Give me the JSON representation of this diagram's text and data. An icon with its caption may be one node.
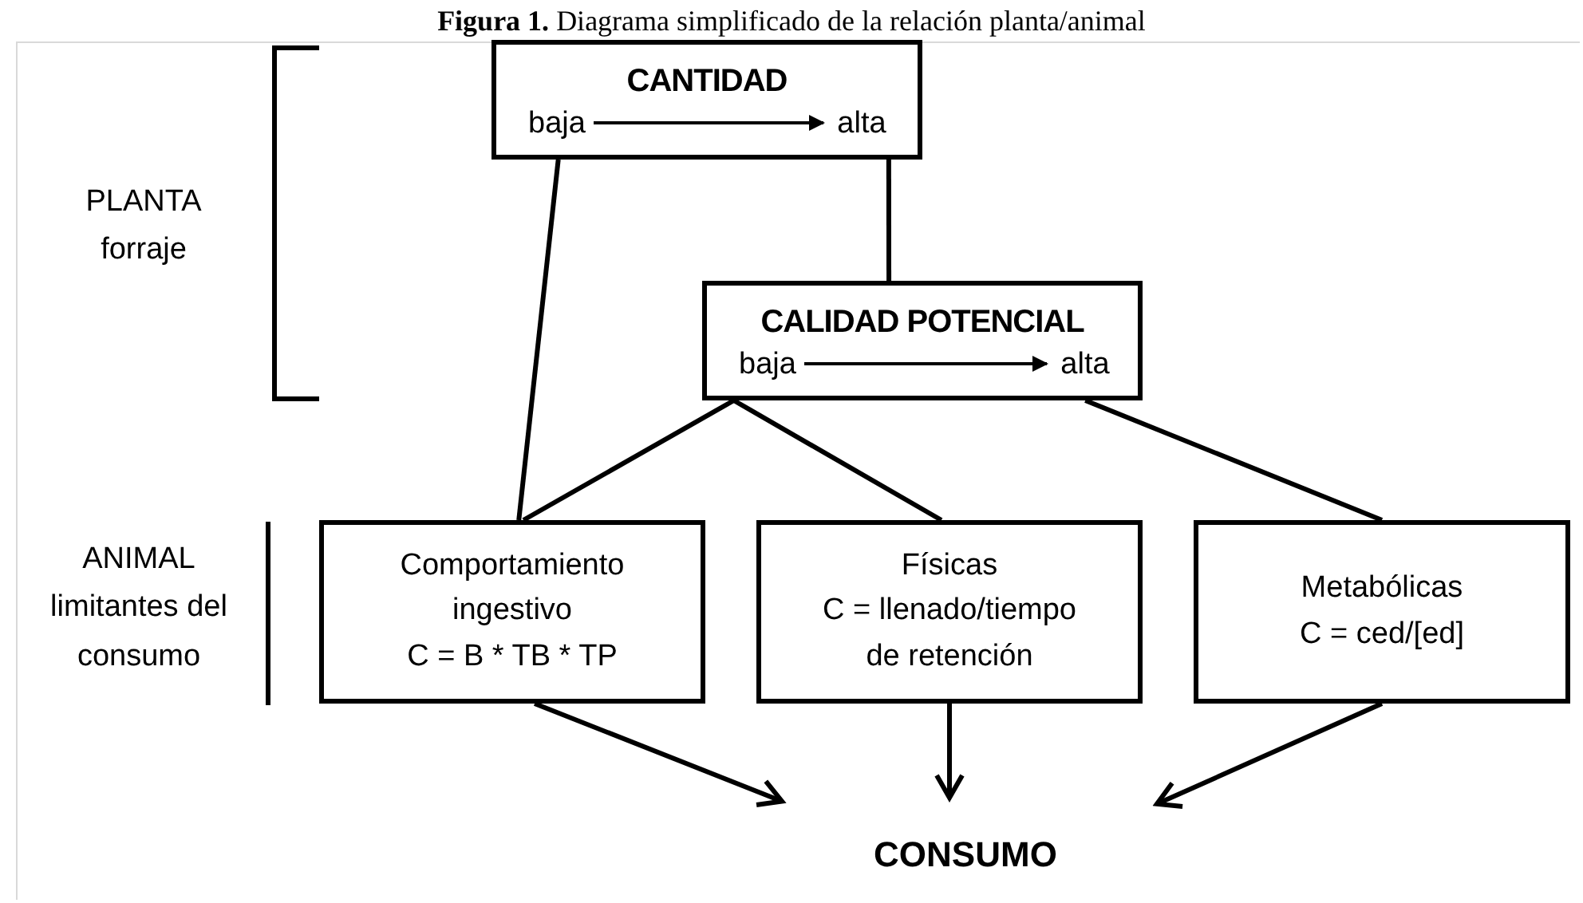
{
  "diagram": {
    "title": "**Figura 1.** Diagrama simplificado de la relación planta/animal",
    "nodes": [
      {
        "text": [
          "CANTIDAD"
        ]
      },
      {
        "text": [
          "baja"
        ],
        "in": 0
      },
      {
        "text": [
          "alta"
        ],
        "in": 0
      },
      {
        "text": [
          "CALIDAD POTENCIAL"
        ]
      },
      {
        "text": [
          "baja"
        ],
        "in": 3
      },
      {
        "text": [
          "alta"
        ],
        "in": 3
      },
      {
        "text": [
          "Comportamiento ingestivo",
          "C = B * TB * TP"
        ]
      },
      {
        "text": [
          "Físicas",
          "C = llenado/tiempo de retención"
        ]
      },
      {
        "text": [
          "Metabólicas",
          "C = ced/[ed]"
        ]
      },
      {
        "text": [
          "CONSUMO"
        ]
      }
    ],
    "edges": [
      {
        "from": 1,
        "to": 2,
        "arrow": "to"
      },
      {
        "from": 4,
        "to": 5,
        "arrow": "to"
      },
      {
        "from": 0,
        "to": 6,
        "arrow": "none"
      },
      {
        "from": 0,
        "to": 3,
        "arrow": "none"
      },
      {
        "from": 3,
        "to": 6,
        "arrow": "none"
      },
      {
        "from": 3,
        "to": 7,
        "arrow": "none"
      },
      {
        "from": 3,
        "to": 8,
        "arrow": "none"
      },
      {
        "from": 6,
        "to": 9,
        "arrow": "to"
      },
      {
        "from": 7,
        "to": 9,
        "arrow": "to"
      },
      {
        "from": 8,
        "to": 9,
        "arrow": "to"
      }
    ],
    "labels": [
      "PLANTA forraje",
      "ANIMAL limitantes del consumo"
    ]
  }
}
